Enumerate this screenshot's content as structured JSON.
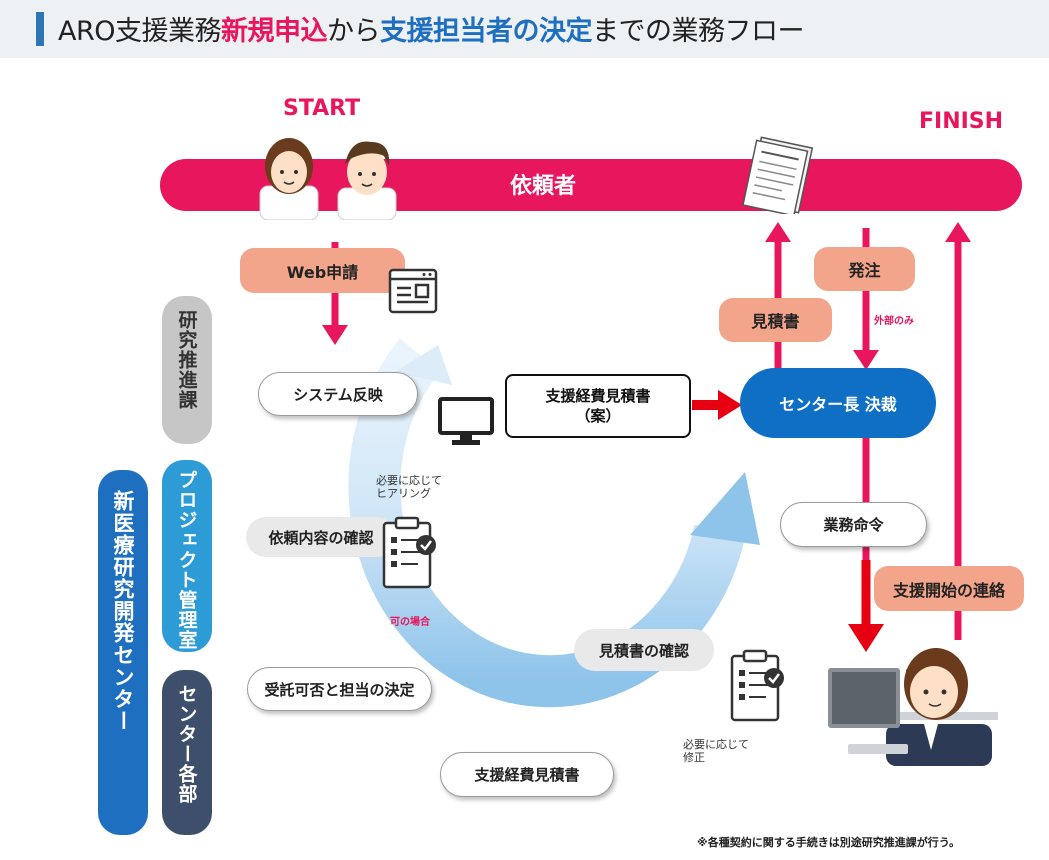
{
  "title": {
    "part1": "ARO支援業務",
    "part2": "新規申込",
    "part3": "から",
    "part4": "支援担当者の決定",
    "part5": "までの業務フロー"
  },
  "start_label": "START",
  "finish_label": "FINISH",
  "requester_label": "依頼者",
  "web_apply": "Web申請",
  "estimate_doc": "見積書",
  "order": "発注",
  "external_only": "外部のみ",
  "system_reflect": "システム反映",
  "draft_estimate_line1": "支援経費見積書",
  "draft_estimate_line2": "（案）",
  "center_head_decision": "センター長 決裁",
  "hearing_note_line1": "必要に応じて",
  "hearing_note_line2": "ヒアリング",
  "request_confirm": "依頼内容の確認",
  "ok_case": "可の場合",
  "business_order": "業務命令",
  "support_start": "支援開始の連絡",
  "estimate_confirm": "見積書の確認",
  "acceptance_decision": "受託可否と担当の決定",
  "revise_note_line1": "必要に応じて",
  "revise_note_line2": "修正",
  "support_cost_estimate": "支援経費見積書",
  "dept_research": "研究推進課",
  "dept_project": "プロジェクト管理室",
  "dept_each": "センター各部",
  "dept_center": "新医療研究開発センター",
  "footnote": "※各種契約に関する手続きは別途研究推進課が行う。",
  "colors": {
    "pink": "#e8175d",
    "salmon": "#f2a58a",
    "blue": "#1f6fc0",
    "navy": "#3d4f6b",
    "red": "#e60012"
  }
}
